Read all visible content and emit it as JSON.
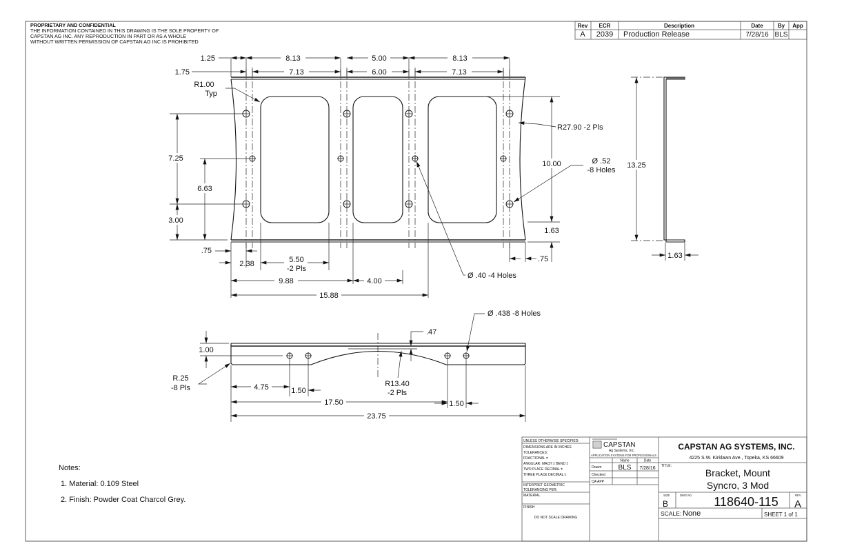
{
  "proprietary": {
    "heading": "PROPRIETARY AND CONFIDENTIAL",
    "lines": [
      "THE INFORMATION CONTAINED IN THIS DRAWING IS THE SOLE PROPERTY OF",
      "CAPSTAN AG INC. ANY REPRODUCTION IN PART OR AS A WHOLE",
      "WITHOUT WRITTEN PERMISSION OF CAPSTAN AG INC IS PROHIBITED"
    ]
  },
  "revision_table": {
    "headers": [
      "Rev",
      "ECR",
      "Description",
      "Date",
      "By",
      "App"
    ],
    "rows": [
      {
        "rev": "A",
        "ecr": "2039",
        "description": "Production Release",
        "date": "7/28/16",
        "by": "BLS",
        "app": ""
      }
    ]
  },
  "front_view": {
    "top_dims_row1": [
      "1.25",
      "8.13",
      "5.00",
      "8.13"
    ],
    "top_dims_row2": [
      "1.75",
      "7.13",
      "6.00",
      "7.13"
    ],
    "corner_radius": {
      "line1": "R1.00",
      "line2": "Typ"
    },
    "left_dims": [
      "7.25",
      "6.63",
      "3.00"
    ],
    "right_radius": "R27.90 -2 Pls",
    "right_height": "10.00",
    "large_hole": {
      "line1": "Ø .52",
      "line2": "-8 Holes"
    },
    "flange_height": "1.63",
    "bottom_left_offset": ".75",
    "bottom_right_offset": ".75",
    "hole_offset": "2.38",
    "cutout_width": {
      "line1": "5.50",
      "line2": "-2 Pls"
    },
    "span_988": "9.88",
    "span_400": "4.00",
    "span_1588": "15.88",
    "small_hole": "Ø .40 -4 Holes"
  },
  "side_view": {
    "height": "13.25",
    "flange": "1.63"
  },
  "bottom_view": {
    "height": "1.00",
    "fillet": {
      "line1": "R.25",
      "line2": "-8 Pls"
    },
    "depth": ".47",
    "holes": "Ø .438 -8 Holes",
    "arc_radius": {
      "line1": "R13.40",
      "line2": "-2 Pls"
    },
    "dim_475": "4.75",
    "dim_150_left": "1.50",
    "dim_1750": "17.50",
    "dim_150_right": "1.50",
    "dim_2375": "23.75"
  },
  "notes": {
    "heading": "Notes:",
    "items": [
      "1. Material: 0.109 Steel",
      "2. Finish: Powder Coat Charcol Grey."
    ]
  },
  "title_block": {
    "tolerances": {
      "heading": "UNLESS OTHERWISE SPECIFIED:",
      "lines": [
        "DIMENSIONS ARE IN INCHES",
        "TOLERANCES:",
        "FRACTIONAL ±",
        "ANGULAR: MACH ±   BEND ±",
        "TWO PLACE DECIMAL   ±",
        "THREE PLACE DECIMAL  ±"
      ],
      "geometric": [
        "INTERPRET GEOMETRIC",
        "TOLERANCING PER:"
      ],
      "material_label": "MATERIAL",
      "finish_label": "FINISH",
      "no_scale": "DO NOT SCALE DRAWING"
    },
    "logo": {
      "name": "CAPSTAN",
      "sub": "Ag Systems, Inc.",
      "tagline": "APPLICATION SYSTEMS FOR PROFESSIONALS"
    },
    "signoff": {
      "col_name": "Name",
      "col_date": "Date",
      "rows": [
        {
          "label": "Drawn",
          "name": "BLS",
          "date": "7/28/16"
        },
        {
          "label": "Checked",
          "name": "",
          "date": ""
        },
        {
          "label": "QA APP",
          "name": "",
          "date": ""
        }
      ]
    },
    "company": "CAPSTAN AG SYSTEMS, INC.",
    "address": "4225 S.W. Kirklawn Ave., Topeka, KS 66609",
    "title_label": "TITLE:",
    "title_line1": "Bracket, Mount",
    "title_line2": "Syncro, 3 Mod",
    "size_label": "SIZE",
    "size": "B",
    "dwg_label": "DWG No:",
    "dwg_no": "118640-115",
    "rev_label": "REV",
    "rev": "A",
    "scale_label": "SCALE:",
    "scale": "None",
    "sheet": "SHEET 1 of 1"
  }
}
